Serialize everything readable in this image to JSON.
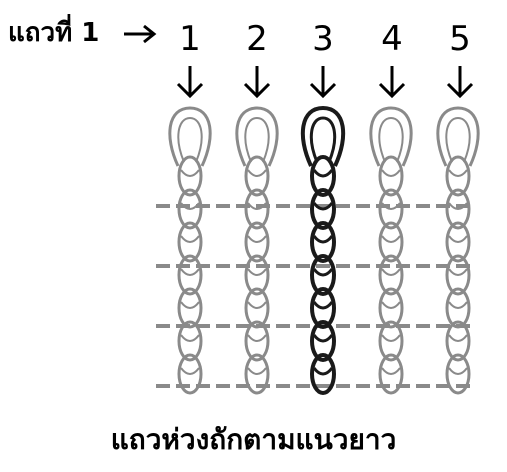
{
  "row_label": "แถวที่ 1",
  "column_numbers": [
    "1",
    "2",
    "3",
    "4",
    "5"
  ],
  "caption": "แถวห่วงถักตามแนวยาว",
  "highlighted_column": "3",
  "icons": {
    "row_pointer": "right-arrow-icon",
    "column_pointer": "down-arrow-icon"
  },
  "colors": {
    "text": "#000000",
    "yarn": "#8a8a8a",
    "yarn_highlight": "#1a1a1a",
    "yarn_fill": "#f4f4f4"
  }
}
